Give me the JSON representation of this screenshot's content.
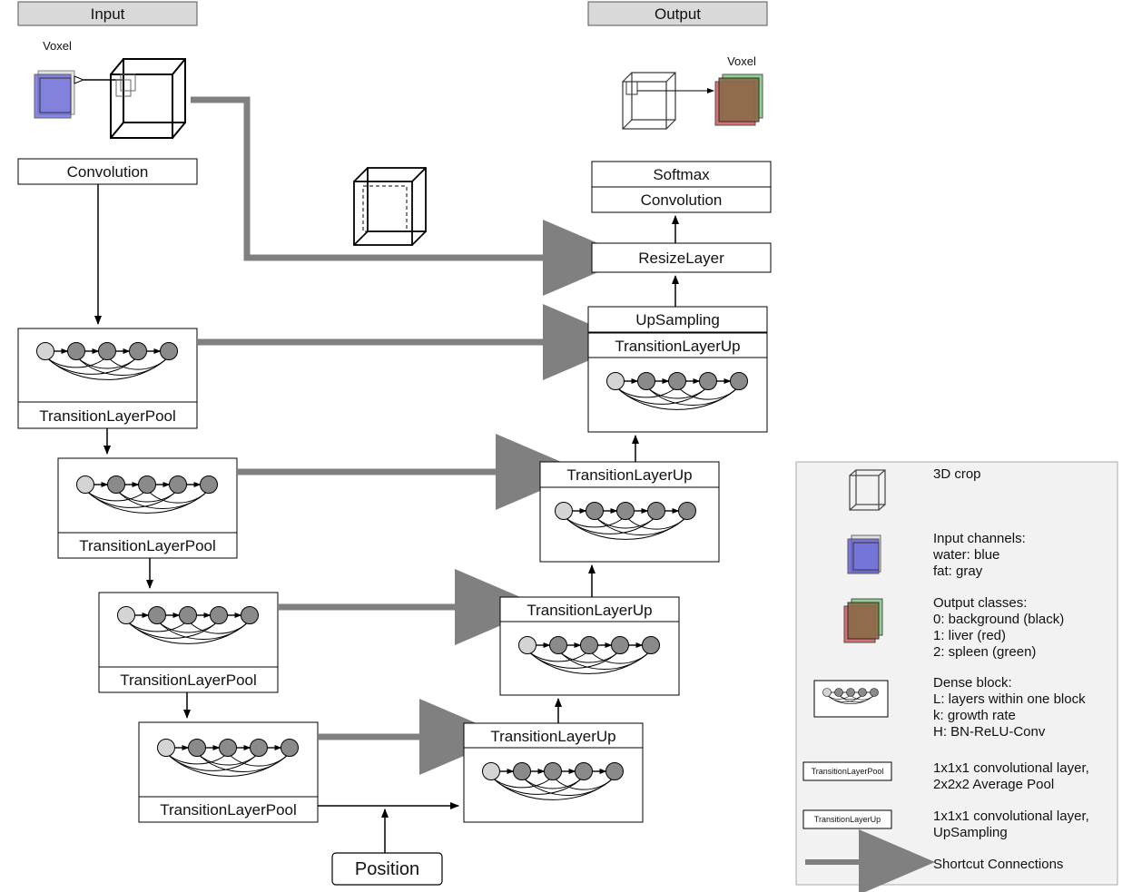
{
  "headers": {
    "input": "Input",
    "output": "Output"
  },
  "voxel": {
    "input": "Voxel",
    "output": "Voxel"
  },
  "encoder": {
    "first": "Convolution",
    "pool": [
      "TransitionLayerPool",
      "TransitionLayerPool",
      "TransitionLayerPool",
      "TransitionLayerPool"
    ]
  },
  "decoder": {
    "up": [
      "TransitionLayerUp",
      "TransitionLayerUp",
      "TransitionLayerUp",
      "TransitionLayerUp"
    ],
    "upsampling": "UpSampling",
    "resize": "ResizeLayer",
    "convolution": "Convolution",
    "softmax": "Softmax"
  },
  "position": "Position",
  "legend": {
    "crop": [
      "3D crop"
    ],
    "input_channels": [
      "Input channels:",
      "water: blue",
      "fat: gray"
    ],
    "output_classes": [
      "Output classes:",
      "0: background (black)",
      "1: liver (red)",
      "2: spleen (green)"
    ],
    "dense": [
      "Dense block:",
      "L: layers within one block",
      "k: growth rate",
      "H: BN-ReLU-Conv"
    ],
    "pool": [
      "1x1x1  convolutional layer,",
      "2x2x2 Average Pool"
    ],
    "up": [
      "1x1x1  convolutional layer,",
      "UpSampling"
    ],
    "shortcut": [
      "Shortcut Connections"
    ],
    "pool_box": "TransitionLayerPool",
    "up_box": "TransitionLayerUp"
  },
  "colors": {
    "header_fill": "#d9d9d9",
    "shortcut": "#808080",
    "legend_fill": "#f2f2f2",
    "node_first": "#d4d4d4",
    "node": "#8a8a8a",
    "water": "#5a5ad8",
    "fat": "#b0b0b0",
    "background_class": "#8b6b4a",
    "liver": "#d05050",
    "spleen": "#70c070"
  }
}
